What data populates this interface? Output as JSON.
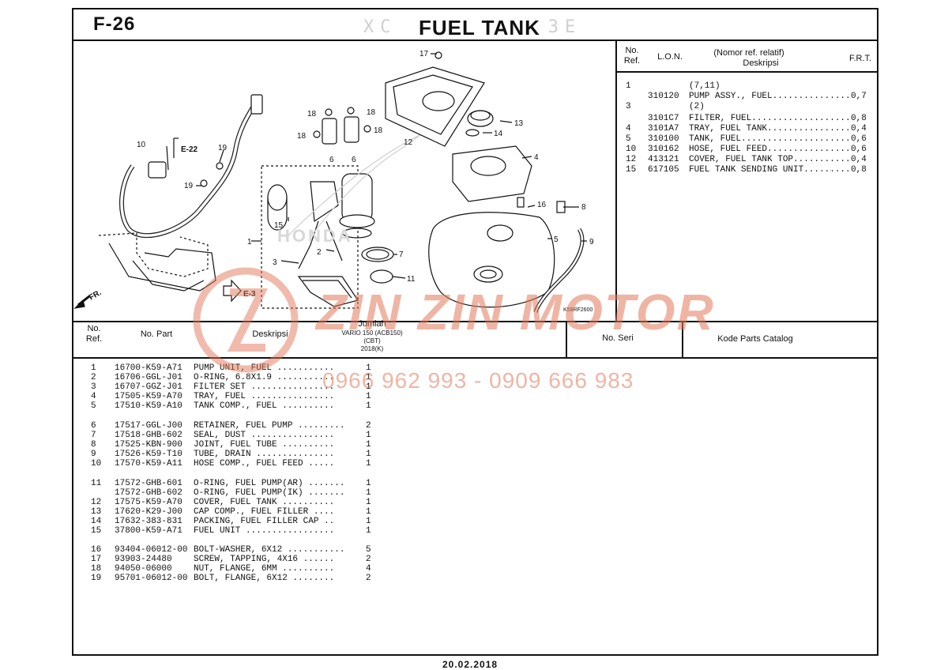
{
  "header": {
    "page_code": "F-26",
    "title": "FUEL TANK",
    "date": "20.02.2018"
  },
  "lon_table": {
    "headers": {
      "no": "No.",
      "ref": "Ref.",
      "lon": "L.O.N.",
      "nomor": "(Nomor ref. relatif)",
      "deskripsi": "Deskripsi",
      "frt": "F.R.T."
    },
    "rows": [
      {
        "ref": "1",
        "lon": "",
        "desc": "(7,11)",
        "frt": ""
      },
      {
        "ref": "",
        "lon": "310120",
        "desc": "PUMP ASSY., FUEL...............",
        "frt": "0,7"
      },
      {
        "ref": "3",
        "lon": "",
        "desc": "(2)",
        "frt": ""
      },
      {
        "ref": "",
        "lon": "3101C7",
        "desc": "FILTER, FUEL...................",
        "frt": "0,8"
      },
      {
        "ref": "4",
        "lon": "3101A7",
        "desc": "TRAY, FUEL TANK................",
        "frt": "0,4"
      },
      {
        "ref": "5",
        "lon": "310100",
        "desc": "TANK, FUEL.....................",
        "frt": "0,6"
      },
      {
        "ref": "10",
        "lon": "310162",
        "desc": "HOSE, FUEL FEED................",
        "frt": "0,6"
      },
      {
        "ref": "12",
        "lon": "413121",
        "desc": "COVER, FUEL TANK TOP...........",
        "frt": "0,4"
      },
      {
        "ref": "15",
        "lon": "617105",
        "desc": "FUEL TANK SENDING UNIT.........",
        "frt": "0,8"
      }
    ]
  },
  "parts_table": {
    "headers": {
      "no": "No.",
      "ref": "Ref.",
      "part": "No. Part",
      "deskripsi": "Deskripsi",
      "jumlah": "Jumlah",
      "model": "VARIO 150 (ACB150)",
      "cbt": "(CBT)",
      "year": "2018(K)",
      "seri": "No. Seri",
      "kode": "Kode Parts Catalog"
    },
    "rows": [
      {
        "ref": "1",
        "part": "16700-K59-A71",
        "desc": "PUMP UNIT, FUEL ...........",
        "qty": "1"
      },
      {
        "ref": "2",
        "part": "16706-GGL-J01",
        "desc": "O-RING, 6.8X1.9 ...........",
        "qty": "1"
      },
      {
        "ref": "3",
        "part": "16707-GGZ-J01",
        "desc": "FILTER SET ................",
        "qty": "1"
      },
      {
        "ref": "4",
        "part": "17505-K59-A70",
        "desc": "TRAY, FUEL ................",
        "qty": "1"
      },
      {
        "ref": "5",
        "part": "17510-K59-A10",
        "desc": "TANK COMP., FUEL ..........",
        "qty": "1"
      },
      {
        "ref": "6",
        "part": "17517-GGL-J00",
        "desc": "RETAINER, FUEL PUMP .........",
        "qty": "2"
      },
      {
        "ref": "7",
        "part": "17518-GHB-602",
        "desc": "SEAL, DUST ................",
        "qty": "1"
      },
      {
        "ref": "8",
        "part": "17525-KBN-900",
        "desc": "JOINT, FUEL TUBE ..........",
        "qty": "1"
      },
      {
        "ref": "9",
        "part": "17526-K59-T10",
        "desc": "TUBE, DRAIN ...............",
        "qty": "1"
      },
      {
        "ref": "10",
        "part": "17570-K59-A11",
        "desc": "HOSE COMP., FUEL FEED .....",
        "qty": "1"
      },
      {
        "ref": "11",
        "part": "17572-GHB-601",
        "desc": "O-RING, FUEL PUMP(AR) .......",
        "qty": "1"
      },
      {
        "ref": "",
        "part": "17572-GHB-602",
        "desc": "O-RING, FUEL PUMP(IK) .......",
        "qty": "1"
      },
      {
        "ref": "12",
        "part": "17575-K59-A70",
        "desc": "COVER, FUEL TANK ..........",
        "qty": "1"
      },
      {
        "ref": "13",
        "part": "17620-K29-J00",
        "desc": "CAP COMP., FUEL FILLER ....",
        "qty": "1"
      },
      {
        "ref": "14",
        "part": "17632-383-831",
        "desc": "PACKING, FUEL FILLER CAP ..",
        "qty": "1"
      },
      {
        "ref": "15",
        "part": "37800-K59-A71",
        "desc": "FUEL UNIT .................",
        "qty": "1"
      },
      {
        "ref": "16",
        "part": "93404-06012-00",
        "desc": "BOLT-WASHER, 6X12 ...........",
        "qty": "5"
      },
      {
        "ref": "17",
        "part": "93903-24480",
        "desc": "SCREW, TAPPING, 4X16 ......",
        "qty": "2"
      },
      {
        "ref": "18",
        "part": "94050-06000",
        "desc": "NUT, FLANGE, 6MM ..........",
        "qty": "4"
      },
      {
        "ref": "19",
        "part": "95701-06012-00",
        "desc": "BOLT, FLANGE, 6X12 ........",
        "qty": "2"
      }
    ]
  },
  "diagram": {
    "callouts": [
      "17",
      "13",
      "18",
      "18",
      "18",
      "14",
      "12",
      "4",
      "10",
      "19",
      "19",
      "6",
      "6",
      "15",
      "16",
      "8",
      "1",
      "2",
      "7",
      "5",
      "9",
      "3",
      "11"
    ],
    "refs": [
      "E-22",
      "E-3",
      "FR."
    ],
    "image_code": "K59RF2600",
    "brand_mark": "HONDA"
  },
  "watermark": {
    "name": "ZIN ZIN MOTOR",
    "phone": "0966 962 993 - 0909 666 983"
  },
  "colors": {
    "ink": "#111111",
    "watermark": "#e1785a"
  }
}
